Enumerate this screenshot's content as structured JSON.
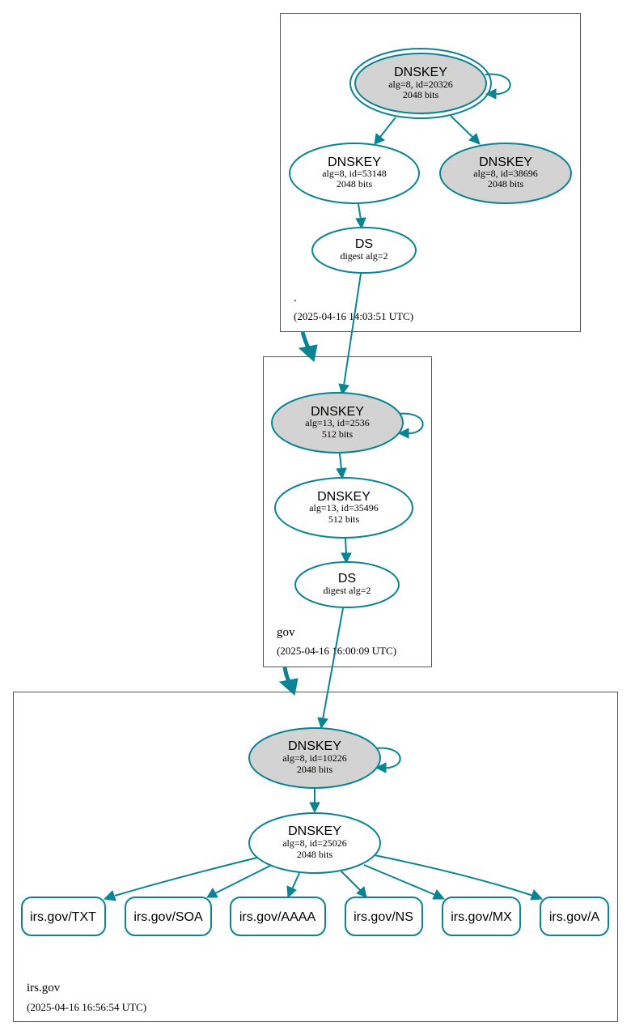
{
  "colors": {
    "edge": "#0a8494",
    "ksk_fill": "#d3d3d3",
    "zone_border": "#555555"
  },
  "zones": {
    "root": {
      "name": ".",
      "timestamp": "(2025-04-16 14:03:51 UTC)"
    },
    "gov": {
      "name": "gov",
      "timestamp": "(2025-04-16 16:00:09 UTC)"
    },
    "irs": {
      "name": "irs.gov",
      "timestamp": "(2025-04-16 16:56:54 UTC)"
    }
  },
  "nodes": {
    "root_ksk": {
      "title": "DNSKEY",
      "line1": "alg=8, id=20326",
      "line2": "2048 bits"
    },
    "root_zsk": {
      "title": "DNSKEY",
      "line1": "alg=8, id=53148",
      "line2": "2048 bits"
    },
    "root_key3": {
      "title": "DNSKEY",
      "line1": "alg=8, id=38696",
      "line2": "2048 bits"
    },
    "root_ds": {
      "title": "DS",
      "line1": "digest alg=2"
    },
    "gov_ksk": {
      "title": "DNSKEY",
      "line1": "alg=13, id=2536",
      "line2": "512 bits"
    },
    "gov_zsk": {
      "title": "DNSKEY",
      "line1": "alg=13, id=35496",
      "line2": "512 bits"
    },
    "gov_ds": {
      "title": "DS",
      "line1": "digest alg=2"
    },
    "irs_ksk": {
      "title": "DNSKEY",
      "line1": "alg=8, id=10226",
      "line2": "2048 bits"
    },
    "irs_zsk": {
      "title": "DNSKEY",
      "line1": "alg=8, id=25026",
      "line2": "2048 bits"
    }
  },
  "rrsets": [
    "irs.gov/TXT",
    "irs.gov/SOA",
    "irs.gov/AAAA",
    "irs.gov/NS",
    "irs.gov/MX",
    "irs.gov/A"
  ]
}
